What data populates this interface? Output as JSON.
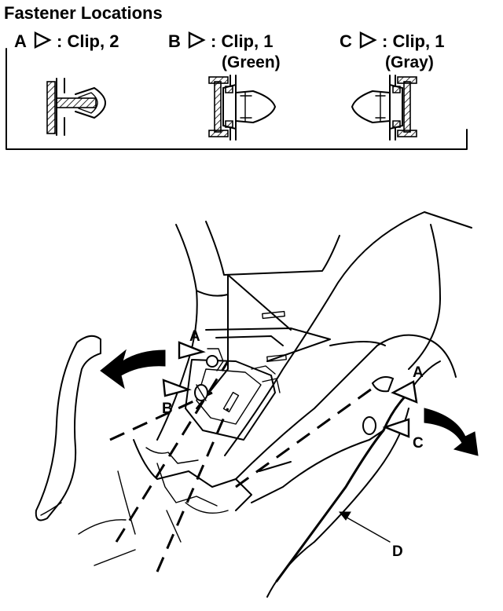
{
  "title": "Fastener Locations",
  "fasteners": [
    {
      "id": "A",
      "caption": ": Clip, 2",
      "color": ""
    },
    {
      "id": "B",
      "caption": ": Clip, 1",
      "color": "(Green)"
    },
    {
      "id": "C",
      "caption": ": Clip, 1",
      "color": "(Gray)"
    }
  ],
  "callouts": {
    "a_left": "A",
    "b_left": "B",
    "a_right": "A",
    "c_right": "C",
    "d": "D"
  }
}
